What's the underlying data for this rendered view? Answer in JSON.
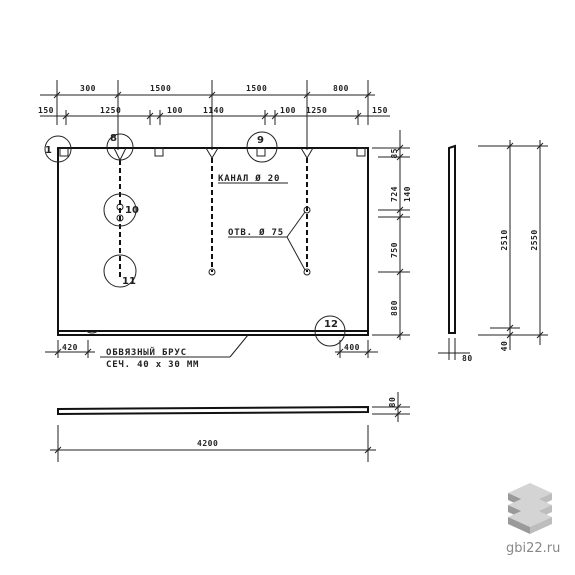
{
  "top_dims_row1": [
    "300",
    "1500",
    "1500",
    "800"
  ],
  "top_dims_row2": [
    "150",
    "1250",
    "100",
    "1140",
    "100",
    "1250",
    "150"
  ],
  "right_dims": [
    "85",
    "724",
    "140",
    "750",
    "880"
  ],
  "bottom_dims": [
    "420",
    "400"
  ],
  "side_dims": [
    "2510",
    "2550",
    "40",
    "80"
  ],
  "bottom_plate": {
    "thickness": "80",
    "length": "4200"
  },
  "circles": [
    "1",
    "8",
    "10",
    "11",
    "9",
    "12"
  ],
  "annotations": {
    "channel": "КАНАЛ Ø 20",
    "holes": "ОТВ. Ø 75",
    "beam_line1": "ОБВЯЗНЫЙ БРУС",
    "beam_line2": "СЕЧ. 40 х 30 ММ"
  },
  "watermark": {
    "text": "gbi22.ru"
  }
}
